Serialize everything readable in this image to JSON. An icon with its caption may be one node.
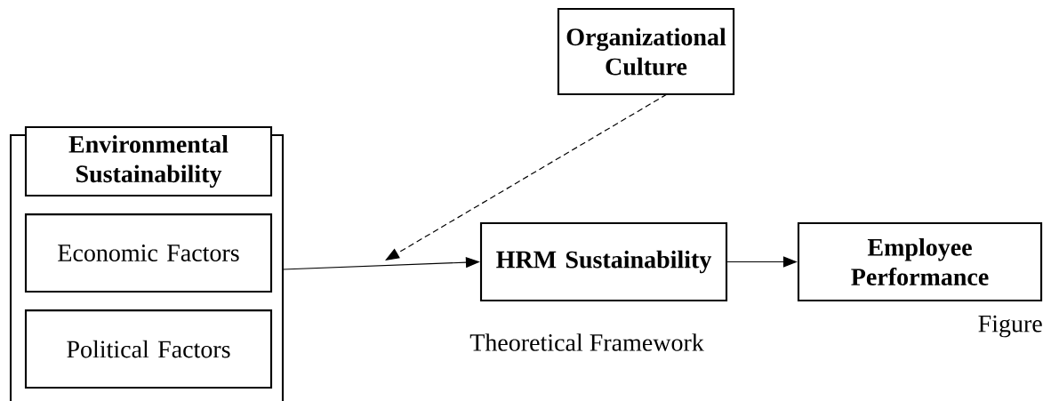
{
  "diagram": {
    "nodes": [
      {
        "text": [],
        "shape": "box"
      },
      {
        "text": [
          "Environmental Sustainability"
        ]
      },
      {
        "text": [
          "Economic Factors"
        ],
        "in": 0
      },
      {
        "text": [
          "Political Factors"
        ],
        "in": 0
      },
      {
        "text": [
          "Organizational Culture"
        ]
      },
      {
        "text": [
          "HRM Sustainability"
        ]
      },
      {
        "text": [
          "Employee Performance"
        ]
      }
    ],
    "edges": [
      {
        "from": 0,
        "to": 5,
        "arrow": "to"
      },
      {
        "from": 4,
        "to": null,
        "arrow": "to",
        "style": "dashed"
      },
      {
        "from": 5,
        "to": 6,
        "arrow": "to"
      }
    ],
    "labels": [
      "Figure",
      "Theoretical Framework"
    ]
  }
}
